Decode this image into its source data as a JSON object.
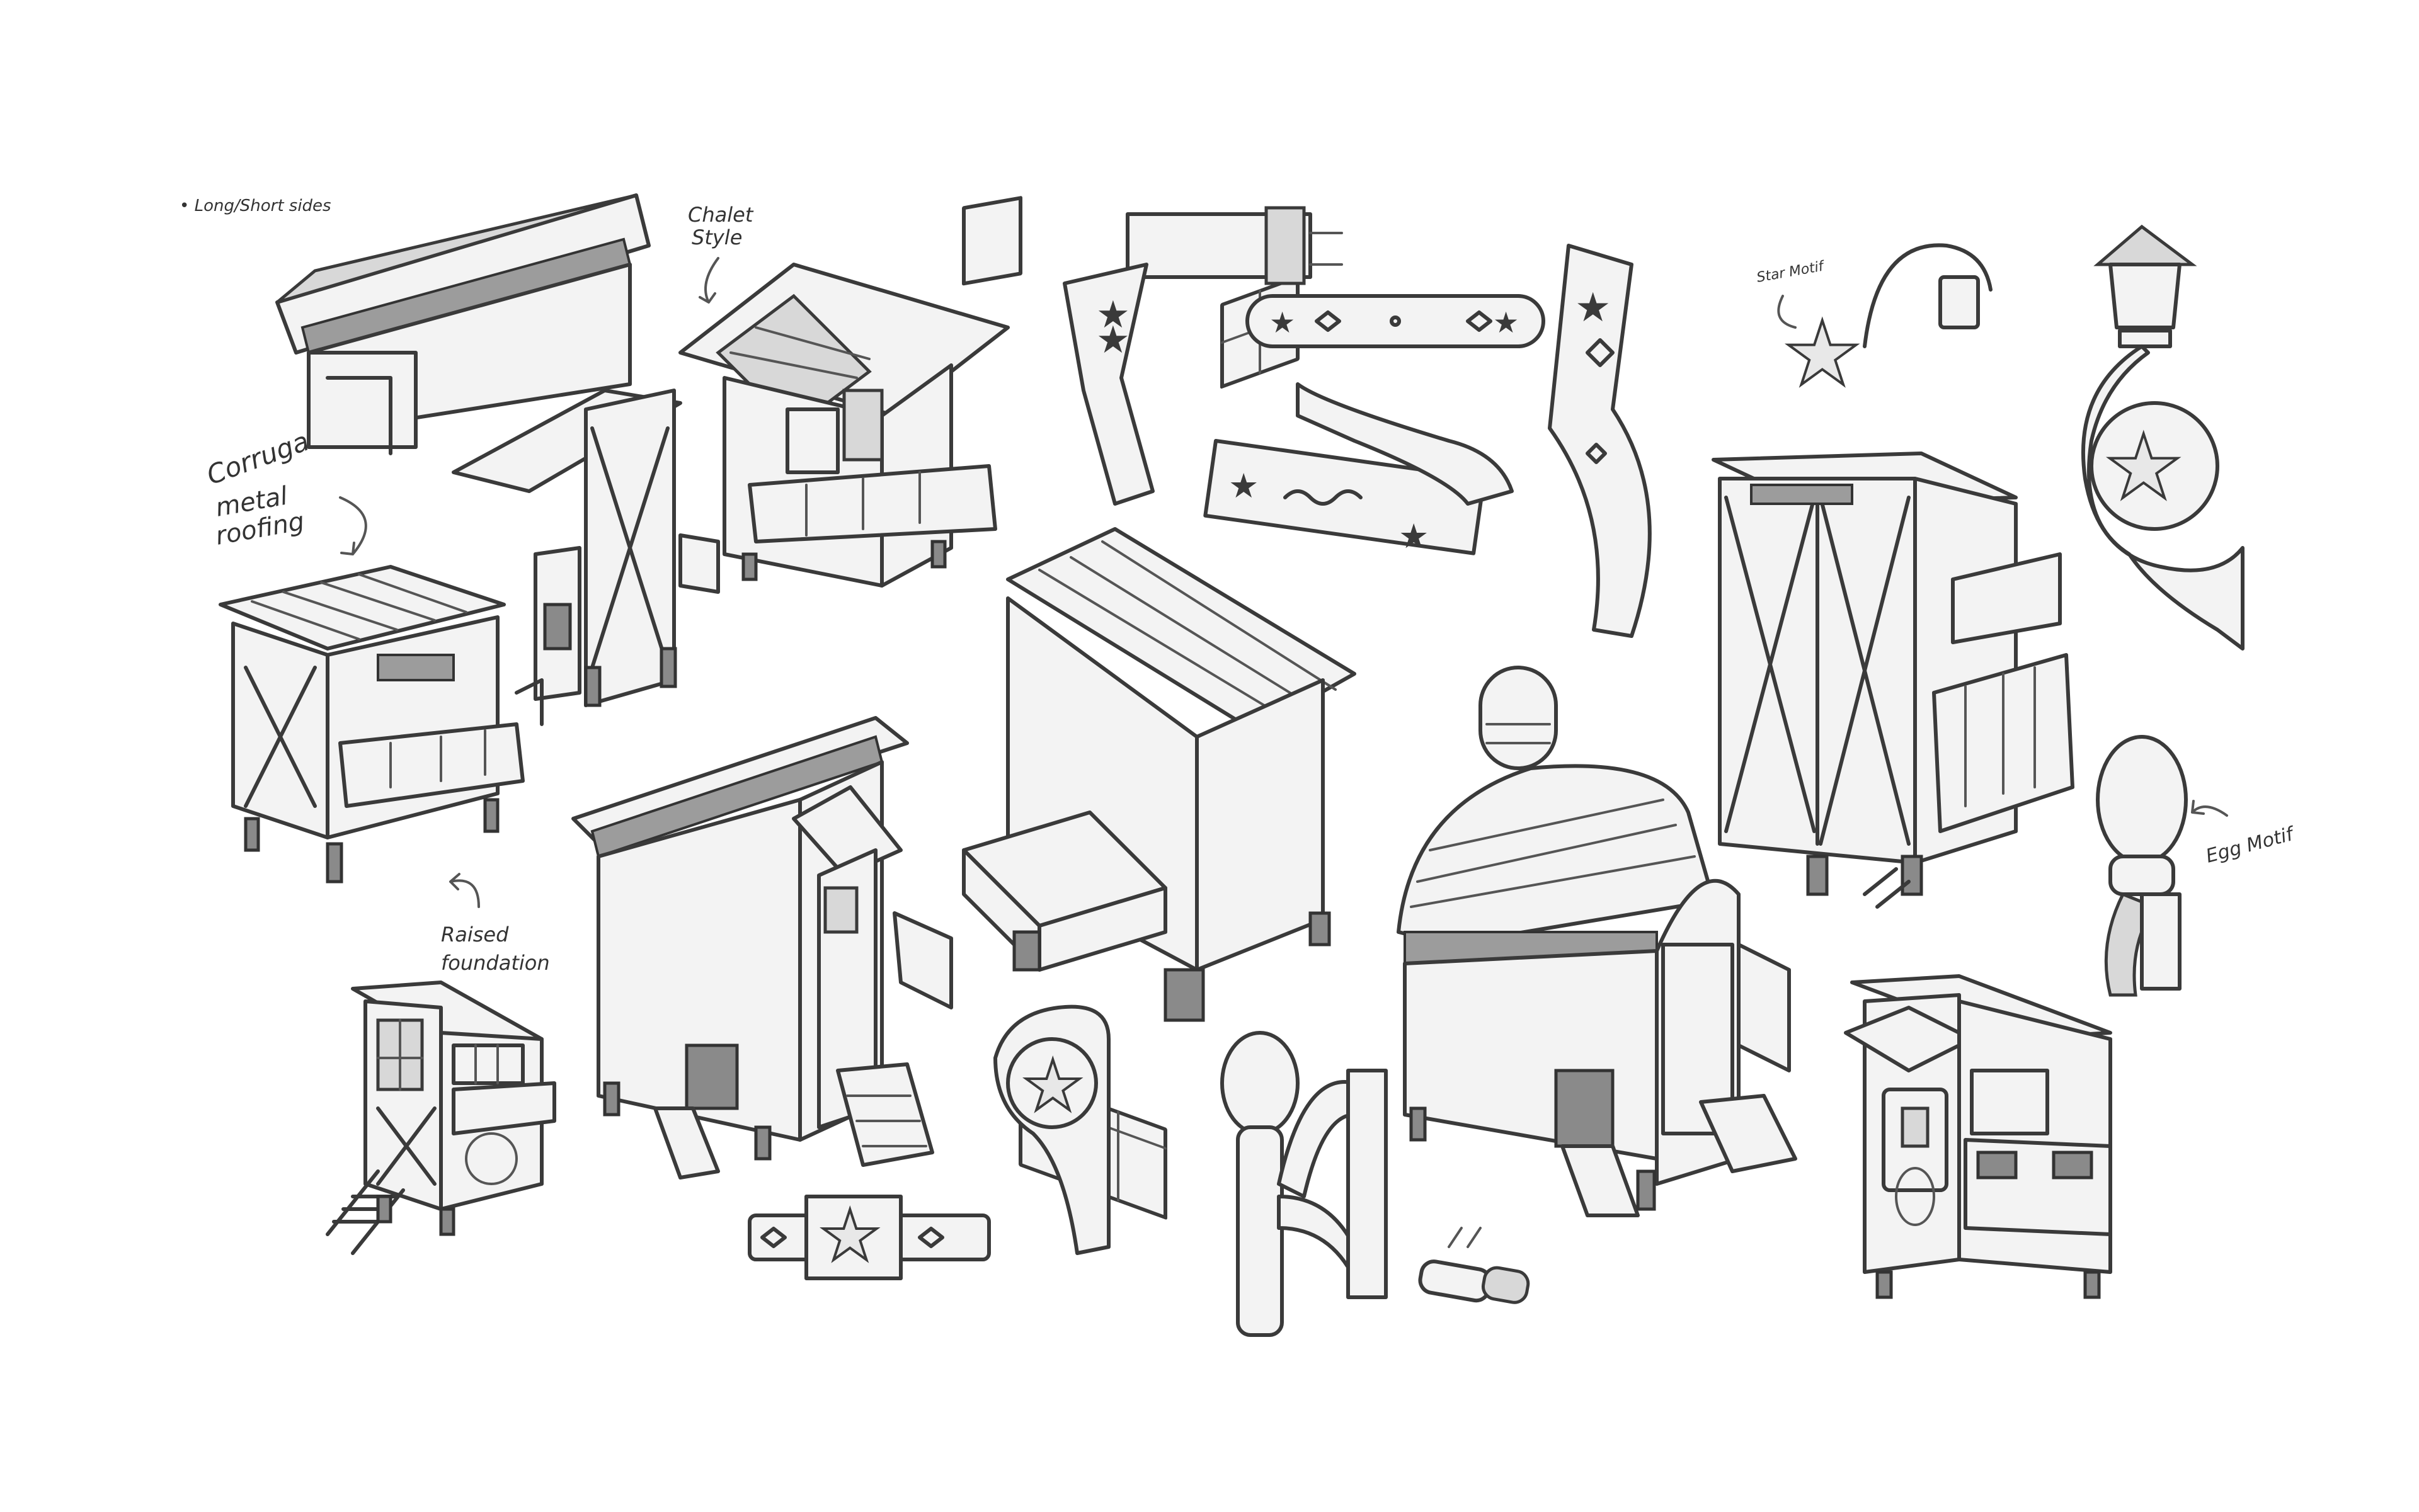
{
  "annotations": {
    "long_short_sides": "• Long/Short sides",
    "chalet_line1": "Chalet",
    "chalet_line2": "Style",
    "corrugated_line1": "Corrugated",
    "corrugated_line2": "metal",
    "corrugated_line3": "roofing",
    "raised_line1": "Raised",
    "raised_line2": "foundation",
    "star_motif": "Star Motif",
    "egg_motif": "Egg Motif"
  },
  "colors": {
    "paper": "#ffffff",
    "pencil": "#3a3a3a",
    "shading": "#d8d8d8"
  },
  "icons": [
    "star-motif-icon",
    "egg-motif-icon",
    "lantern-icon"
  ]
}
